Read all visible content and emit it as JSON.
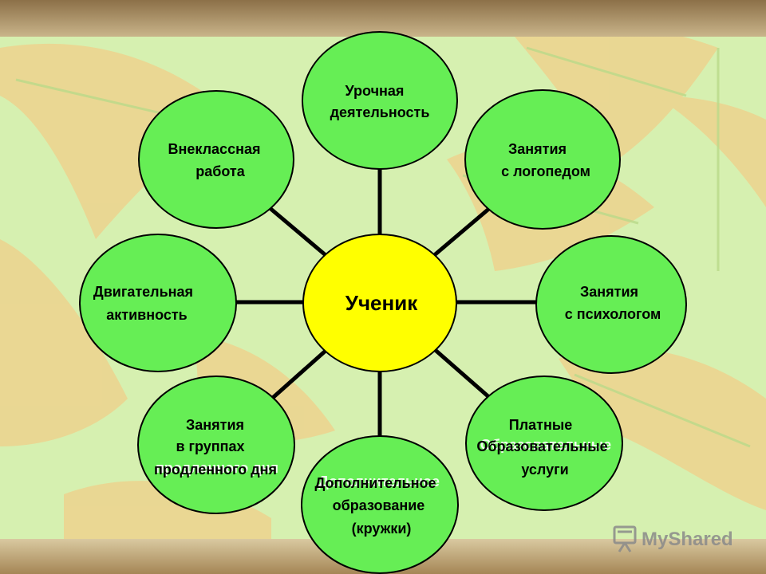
{
  "diagram": {
    "center": {
      "label": "Ученик",
      "fill": "#ffff00"
    },
    "nodes": [
      {
        "id": "urochnaya",
        "lines": [
          "Урочная",
          "деятельность"
        ]
      },
      {
        "id": "logoped",
        "lines": [
          "Занятия",
          "с логопедом"
        ]
      },
      {
        "id": "psiholog",
        "lines": [
          "Занятия",
          "с психологом"
        ]
      },
      {
        "id": "platnye",
        "lines": [
          "Платные",
          "Образовательные",
          "услуги"
        ]
      },
      {
        "id": "dopolnitelnoe",
        "lines": [
          "Дополнительное",
          "образование",
          "(кружки)"
        ]
      },
      {
        "id": "gruppy",
        "lines": [
          "Занятия",
          "в группах",
          "продленного дня"
        ]
      },
      {
        "id": "dvigatelnaya",
        "lines": [
          "Двигательная",
          "активность"
        ]
      },
      {
        "id": "vneklassnaya",
        "lines": [
          "Внеклассная",
          "работа"
        ]
      }
    ],
    "node_fill": "#66ee55",
    "stroke_color": "#000000"
  },
  "watermark": {
    "text": "MyShared",
    "icon": "presentation-board-icon"
  },
  "colors": {
    "background": "#d6f0b0",
    "leaf": "#f0cf8a",
    "top_bar": "#a08556",
    "bottom_bar": "#a98a5c"
  }
}
